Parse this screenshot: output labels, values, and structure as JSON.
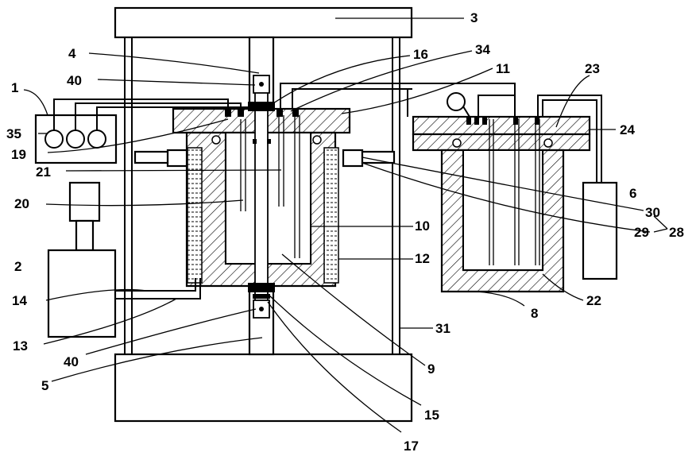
{
  "labels": [
    "3",
    "4",
    "40",
    "16",
    "34",
    "11",
    "23",
    "1",
    "35",
    "19",
    "21",
    "24",
    "20",
    "6",
    "30",
    "10",
    "29",
    "28",
    "2",
    "12",
    "14",
    "8",
    "22",
    "13",
    "31",
    "40",
    "9",
    "5",
    "15",
    "17"
  ],
  "colors": {
    "line": "#000000",
    "background": "#ffffff"
  }
}
